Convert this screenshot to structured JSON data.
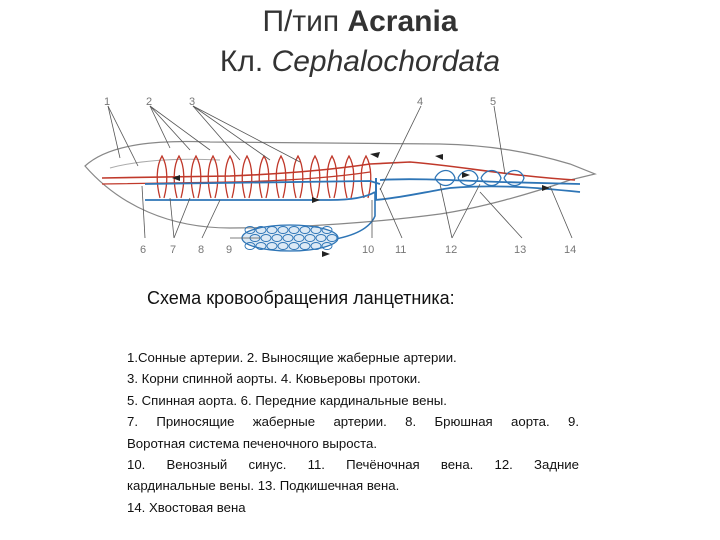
{
  "title": {
    "line1_prefix": "П/тип",
    "line1_taxon": "Acrania",
    "line2_prefix": "Кл.",
    "line2_taxon": "Cephalochordata"
  },
  "diagram": {
    "colors": {
      "arterial": "#c0392b",
      "venous": "#2e75b6",
      "outline": "#888888"
    },
    "top_labels": [
      "1",
      "2",
      "3",
      "4",
      "5"
    ],
    "bottom_labels": [
      "6",
      "7",
      "8",
      "9",
      "10",
      "11",
      "12",
      "13",
      "14"
    ]
  },
  "caption": "Схема кровообращения ланцетника:",
  "legend": [
    "1.Сонные артерии. 2. Выносящие жаберные артерии.",
    "3. Корни спинной аорты. 4. Кювьеровы протоки.",
    "5. Спинная аорта.  6. Передние кардинальные вены.",
    "7. Приносящие жаберные артерии. 8. Брюшная аорта. 9.",
    "Воротная система печеночного выроста.",
    "10. Венозный синус. 11. Печёночная вена. 12. Задние",
    "кардинальные вены. 13. Подкишечная вена.",
    "14. Хвостовая вена"
  ]
}
